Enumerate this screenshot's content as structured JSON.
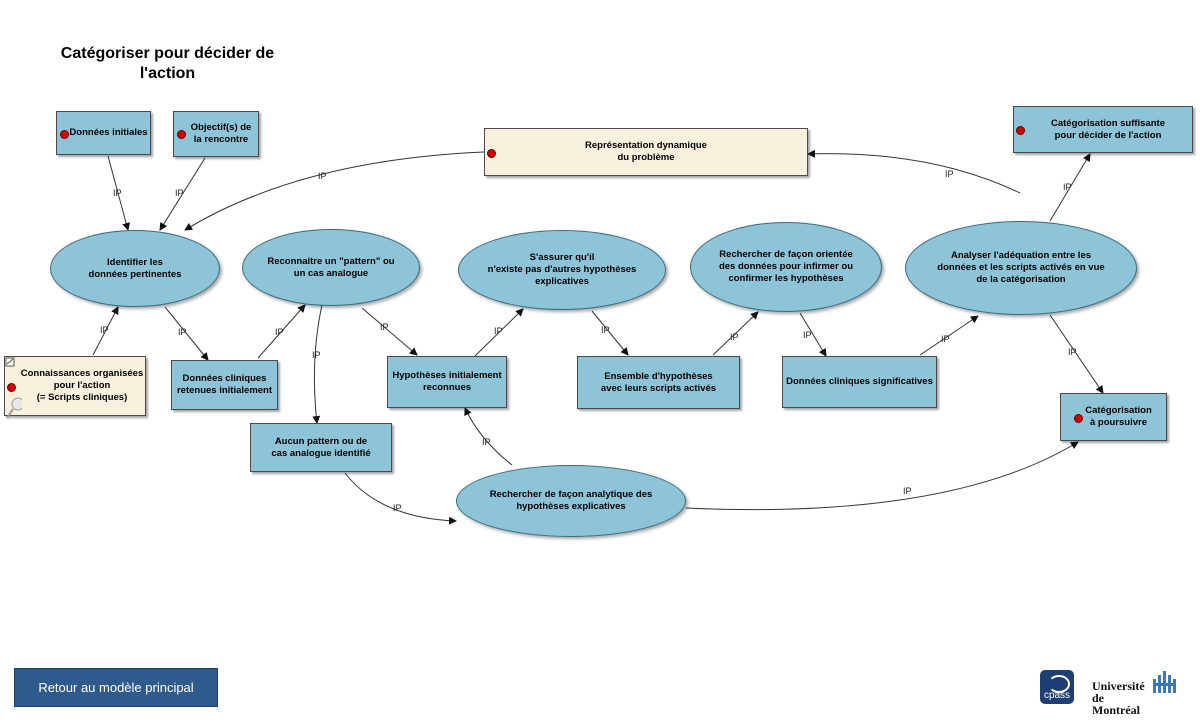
{
  "title": "Catégoriser pour décider de\nl'action",
  "nodes": {
    "donnees_initiales": "Données initiales",
    "objectifs": "Objectif(s) de\nla rencontre",
    "representation": "Représentation dynamique\ndu problème",
    "categorisation_suffisante": "Catégorisation suffisante\npour décider de l'action",
    "identifier": "Identifier les\ndonnées pertinentes",
    "reconnaitre": "Reconnaitre un \"pattern\" ou\nun cas analogue",
    "assurer": "S'assurer qu'il\nn'existe pas d'autres hypothèses\nexplicatives",
    "rechercher_orientee": "Rechercher de façon orientée\ndes données pour infirmer ou\nconfirmer les hypothèses",
    "analyser": "Analyser l'adéquation entre les\ndonnées et les scripts activés en vue\nde la catégorisation",
    "connaissances": "Connaissances organisées\npour l'action\n(= Scripts cliniques)",
    "donnees_cliniques_retenues": "Données cliniques\nretenues initialement",
    "hypotheses_reconnues": "Hypothèses initialement\nreconnues",
    "ensemble_hypotheses": "Ensemble d'hypothèses\navec leurs scripts activés",
    "donnees_significatives": "Données cliniques significatives",
    "categorisation_poursuivre": "Catégorisation\nà poursuivre",
    "aucun_pattern": "Aucun pattern ou de\ncas analogue identifié",
    "rechercher_analytique": "Rechercher de façon analytique des\nhypothèses explicatives"
  },
  "link_label": "IP",
  "nav": {
    "back_label": "Retour au modèle principal"
  },
  "logos": {
    "cpass": "cpass",
    "udem": "Université\nde Montréal"
  },
  "colors": {
    "node_fill": "#8ec4d8",
    "cream_fill": "#f7f0dc",
    "marker": "#d40000",
    "button": "#2f5a8c"
  }
}
